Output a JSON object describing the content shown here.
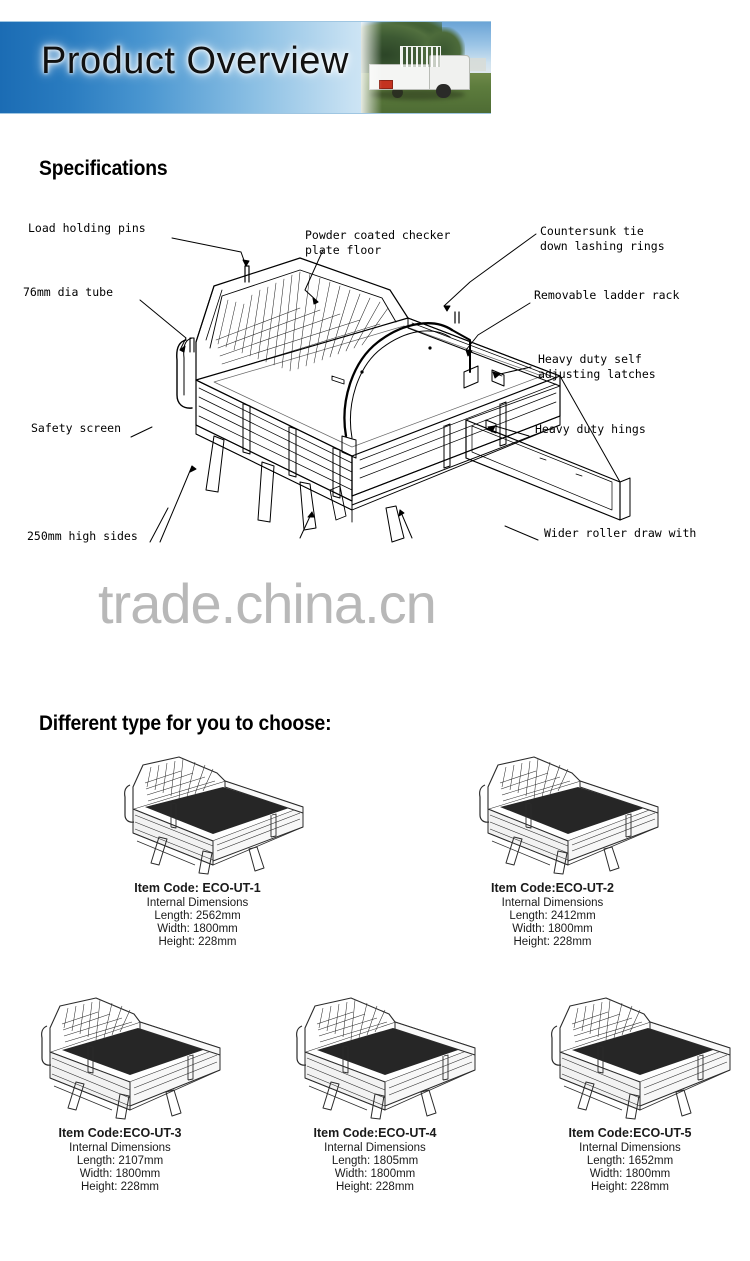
{
  "banner": {
    "title": "Product Overview",
    "photo_alt": "white-ute-tray-photo",
    "gradient_start": "#1b6cb4",
    "gradient_end": "#ffffff"
  },
  "sections": {
    "specifications_heading": "Specifications",
    "types_heading": "Different type for you to choose:"
  },
  "watermark": "trade.china.cn",
  "callouts": [
    {
      "id": "load-holding-pins",
      "text": "Load holding pins"
    },
    {
      "id": "dia-tube",
      "text": "76mm dia tube"
    },
    {
      "id": "safety-screen",
      "text": "Safety screen"
    },
    {
      "id": "high-sides",
      "text": "250mm high sides"
    },
    {
      "id": "checker-plate-1",
      "text": "Powder coated checker"
    },
    {
      "id": "checker-plate-2",
      "text": "plate floor"
    },
    {
      "id": "countersunk-1",
      "text": "Countersunk tie"
    },
    {
      "id": "countersunk-2",
      "text": "down lashing rings"
    },
    {
      "id": "ladder-rack",
      "text": "Removable ladder rack"
    },
    {
      "id": "latches-1",
      "text": "Heavy duty self"
    },
    {
      "id": "latches-2",
      "text": "adjusting latches"
    },
    {
      "id": "hinges",
      "text": "Heavy duty hings"
    },
    {
      "id": "roller-draw",
      "text": "Wider roller draw with"
    }
  ],
  "products": [
    {
      "code_label": "Item Code: ",
      "code": "ECO-UT-1",
      "subtitle": "Internal Dimensions",
      "length": "Length: 2562mm",
      "width": "Width: 1800mm",
      "height": "Height: 228mm"
    },
    {
      "code_label": "Item Code:",
      "code": "ECO-UT-2",
      "subtitle": "Internal Dimensions",
      "length": "Length: 2412mm",
      "width": "Width: 1800mm",
      "height": "Height: 228mm"
    },
    {
      "code_label": "Item Code:",
      "code": "ECO-UT-3",
      "subtitle": "Internal Dimensions",
      "length": "Length: 2107mm",
      "width": "Width: 1800mm",
      "height": "Height: 228mm"
    },
    {
      "code_label": "Item Code:",
      "code": "ECO-UT-4",
      "subtitle": "Internal Dimensions",
      "length": "Length: 1805mm",
      "width": "Width: 1800mm",
      "height": "Height: 228mm"
    },
    {
      "code_label": "Item Code:",
      "code": "ECO-UT-5",
      "subtitle": "Internal Dimensions",
      "length": "Length: 1652mm",
      "width": "Width: 1800mm",
      "height": "Height: 228mm"
    }
  ]
}
